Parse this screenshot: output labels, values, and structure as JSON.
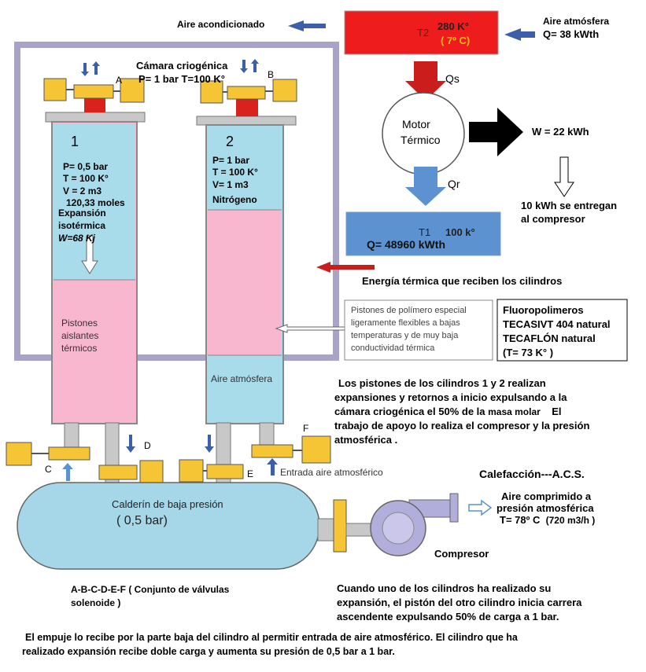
{
  "top": {
    "aire_acondicionado": "Aire acondicionado",
    "aire_atmosfera_line1": "Aire atmósfera",
    "aire_atmosfera_line2": "Q= 38 kWth"
  },
  "hot_source": {
    "t2": "T2",
    "temp": "280 K°",
    "celsius": "( 7º C)"
  },
  "engine": {
    "qs": "Qs",
    "qr": "Qr",
    "label_line1": "Motor",
    "label_line2": "Térmico",
    "work": "W =  22 kWh",
    "compressor_note_line1": "10 kWh se entregan",
    "compressor_note_line2": "al compresor"
  },
  "cold_sink": {
    "t1": "T1",
    "temp": "100 k°",
    "q": "Q= 48960 kWth"
  },
  "energia_termica": "Energía térmica que reciben los cilindros",
  "chamber": {
    "title": "Cámara criogénica",
    "conditions": "P= 1 bar  T=100 K°"
  },
  "valves": {
    "a": "A",
    "b": "B",
    "c": "C",
    "d": "D",
    "e": "E",
    "f": "F"
  },
  "cylinder1": {
    "number": "1",
    "p": "P= 0,5 bar",
    "t": "T = 100 K°",
    "v": "V = 2 m3",
    "moles": "120,33 moles",
    "exp1": "Expansión",
    "exp2": "isotérmica",
    "work": "W=68 Kj",
    "piston1": "Pistones",
    "piston2": "aislantes",
    "piston3": "térmicos"
  },
  "cylinder2": {
    "number": "2",
    "p": "P= 1 bar",
    "t": "T = 100 K°",
    "v": "V= 1 m3",
    "gas": "Nitrógeno",
    "aire": "Aire atmósfera"
  },
  "polymer_note": {
    "line1": "Pistones de polímero especial",
    "line2": "ligeramente flexibles a bajas",
    "line3": "temperaturas y de muy baja",
    "line4": "conductividad térmica"
  },
  "fluoro_box": {
    "line1": "Fluoropolimeros",
    "line2": "TECASIVT 404 natural",
    "line3": "TECAFLÓN     natural",
    "line4": "(T= 73 K° )"
  },
  "paragraph1": {
    "line1": "Los pistones de los cilindros 1 y 2 realizan",
    "line2": "expansiones y retornos a inicio expulsando a la",
    "line3a": "cámara criogénica el 50% de la ",
    "line3b": "masa molar",
    "line3c": "El",
    "line4": "trabajo de apoyo lo realiza el compresor y la presión",
    "line5": "atmosférica ."
  },
  "entrada_aire": "Entrada aire atmosférico",
  "calefaccion": "Calefacción---A.C.S.",
  "compressed_air": {
    "line1": "Aire comprimido a",
    "line2": "presión atmosférica",
    "line3a": "T= 78º C",
    "line3b": "(720 m3/h  )"
  },
  "calderin": {
    "line1": "Calderín de baja presión",
    "line2": "( 0,5 bar)"
  },
  "compresor": "Compresor",
  "valve_set": {
    "line1": "A-B-C-D-E-F  ( Conjunto de válvulas",
    "line2": "solenoide )"
  },
  "paragraph2": {
    "line1": "Cuando uno de los cilindros ha realizado su",
    "line2": "expansión, el pistón del otro cilindro inicia carrera",
    "line3": "ascendente expulsando 50% de carga  a 1 bar."
  },
  "bottom": {
    "line1": "El empuje lo recibe por la parte baja del cilindro al permitir entrada de aire atmosférico. El cilindro que ha",
    "line2": "realizado expansión recibe doble carga y aumenta su presión de 0,5 bar a 1 bar."
  },
  "colors": {
    "hot": "#ee1c1c",
    "cold": "#5b92cf",
    "cylinder_blue": "#a8dcea",
    "piston_pink": "#f9b6cf",
    "valve_yellow": "#f5c536",
    "tank_blue": "#a5d7e8",
    "chamber_border": "#a9a3c8",
    "arrow_blue": "#3b5fa8"
  }
}
